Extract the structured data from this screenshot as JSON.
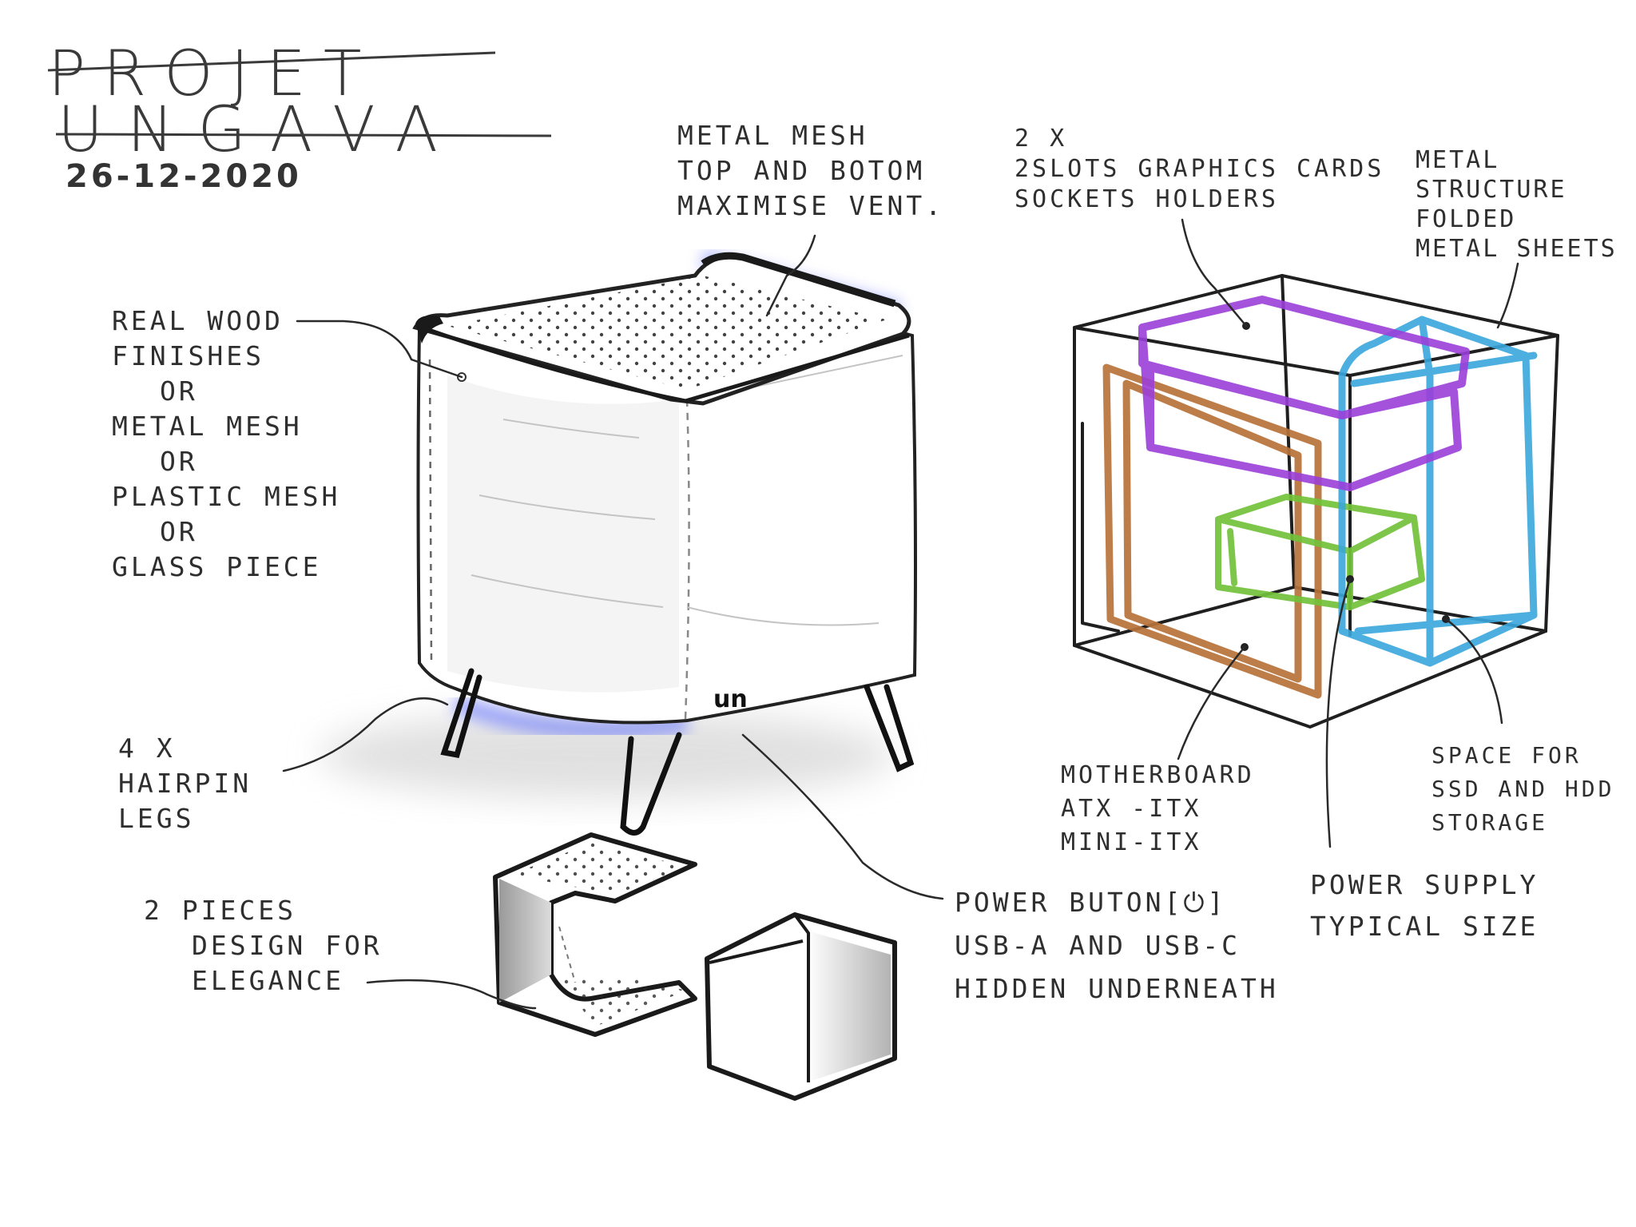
{
  "title": {
    "line1": "PROJET",
    "line2": "UNGAVA",
    "date": "26-12-2020"
  },
  "logo": "un",
  "annotations": {
    "top_mesh": [
      "METAL MESH",
      "TOP AND BOTOM",
      "MAXIMISE VENT."
    ],
    "panels": [
      "REAL WOOD",
      "FINISHES",
      "OR",
      "METAL MESH",
      "OR",
      "PLASTIC MESH",
      "OR",
      "GLASS PIECE"
    ],
    "legs": [
      "4 X",
      "HAIRPIN",
      "LEGS"
    ],
    "two_pieces": [
      "2 PIECES",
      "DESIGN FOR",
      "ELEGANCE"
    ],
    "power": [
      "POWER BUTON[⏻]",
      "USB-A AND USB-C",
      "HIDDEN UNDERNEATH"
    ],
    "graphics": [
      "2 X",
      "2SLOTS GRAPHICS CARDS",
      "SOCKETS HOLDERS"
    ],
    "structure": [
      "METAL",
      "STRUCTURE",
      "FOLDED",
      "METAL SHEETS"
    ],
    "motherboard": [
      "MOTHERBOARD",
      "ATX -ITX",
      "MINI-ITX"
    ],
    "storage": [
      "SPACE FOR",
      "SSD AND HDD",
      "STORAGE"
    ],
    "psu": [
      "POWER SUPPLY",
      "TYPICAL SIZE"
    ]
  },
  "colors": {
    "ink": "#1f1f1f",
    "glow": "#5b6cff",
    "gpu": "#9b3fd9",
    "motherboard": "#b8733a",
    "psu": "#72c23a",
    "structure": "#3aa7dc"
  }
}
